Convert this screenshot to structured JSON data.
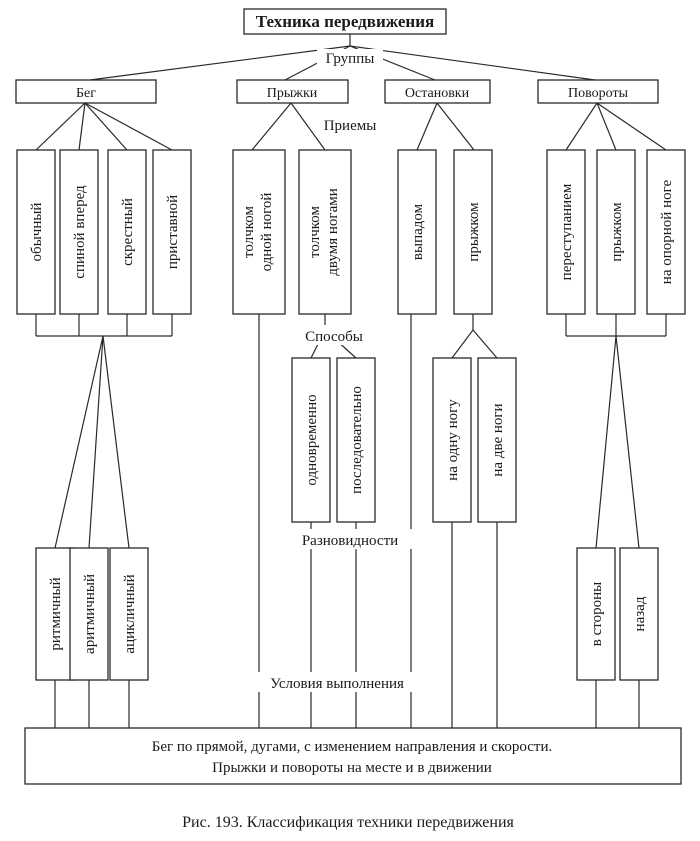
{
  "title": "Техника передвижения",
  "labels": {
    "groups": "Группы",
    "techniques": "Приемы",
    "methods": "Способы",
    "variants": "Разновидности",
    "conditions": "Условия выполнения"
  },
  "groups": {
    "run": "Бег",
    "jumps": "Прыжки",
    "stops": "Остановки",
    "turns": "Повороты"
  },
  "run_types": [
    "обычный",
    "спиной вперед",
    "скрестный",
    "приставной"
  ],
  "jump_types": {
    "one_leg": [
      "толчком",
      "одной ногой"
    ],
    "two_legs": [
      "толчком",
      "двумя ногами"
    ]
  },
  "stop_types": [
    "выпадом",
    "прыжком"
  ],
  "turn_types": [
    "переступанием",
    "прыжком",
    "на опорной ноге"
  ],
  "jump_methods": [
    "одновременно",
    "последовательно"
  ],
  "stop_landing": [
    "на одну ногу",
    "на две ноги"
  ],
  "run_variants": [
    "ритмичный",
    "аритмичный",
    "ацикличный"
  ],
  "turn_variants": [
    "в стороны",
    "назад"
  ],
  "bottom_box": [
    "Бег по прямой, дугами, с изменением направления и скорости.",
    "Прыжки и повороты на месте и в движении"
  ],
  "caption": "Рис. 193. Классификация техники передвижения"
}
